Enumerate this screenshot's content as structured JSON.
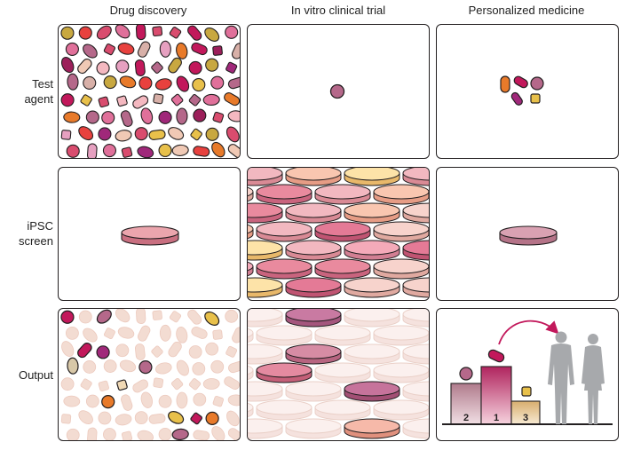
{
  "columns": [
    "Drug discovery",
    "In vitro clinical trial",
    "Personalized medicine"
  ],
  "rows": [
    {
      "label_line1": "Test",
      "label_line2": "agent"
    },
    {
      "label_line1": "iPSC",
      "label_line2": "screen"
    },
    {
      "label_line1": "Output",
      "label_line2": ""
    }
  ],
  "ranking": {
    "labels": [
      "2",
      "1",
      "3"
    ]
  },
  "colors": {
    "outline": "#231f20",
    "magenta": "#c2185b",
    "pink": "#e0709a",
    "dish_pink": "#d98a95",
    "mauve": "#b5688a",
    "orange": "#e87a2a",
    "yellow": "#e8c04a",
    "olive": "#c8a840",
    "faded": "#f3dcd2",
    "silhouette": "#a7a9ac"
  }
}
